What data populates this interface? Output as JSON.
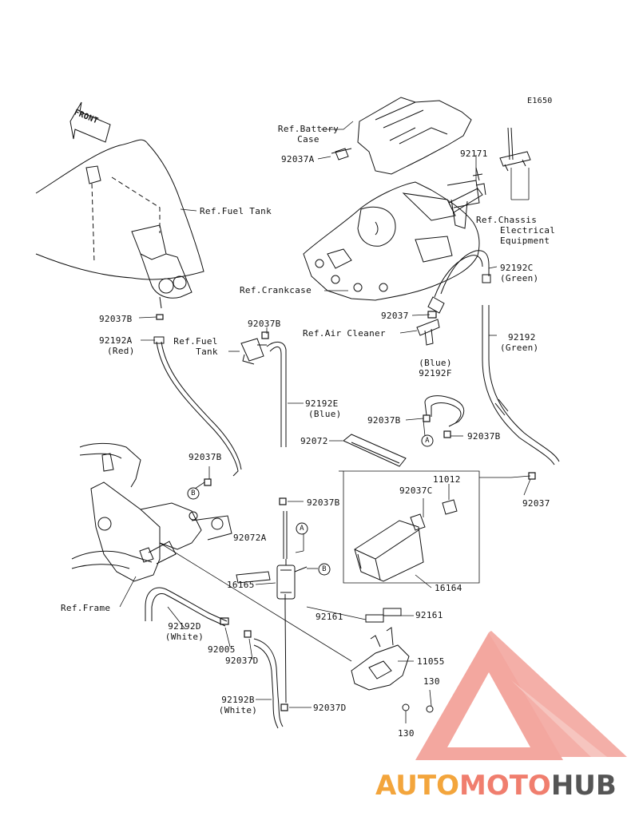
{
  "diagram_code": "E1650",
  "parts": {
    "p92037A": "92037A",
    "p92171": "92171",
    "p92192C": "92192C",
    "p92192C_color": "(Green)",
    "p92037_top": "92037",
    "p92192": "92192",
    "p92192_color": "(Green)",
    "p92192F_color": "(Blue)",
    "p92192F": "92192F",
    "p92037B_1": "92037B",
    "p92037B_2": "92037B",
    "p92192A": "92192A",
    "p92192A_color": "(Red)",
    "p92192E": "92192E",
    "p92192E_color": "(Blue)",
    "p92037B_3": "92037B",
    "p92037B_4": "92037B",
    "p92072": "92072",
    "p92037B_5": "92037B",
    "p11012": "11012",
    "p92037C": "92037C",
    "p92037_right": "92037",
    "p92072A": "92072A",
    "p16165": "16165",
    "p16164": "16164",
    "p92161_left": "92161",
    "p92161_right": "92161",
    "p92192D": "92192D",
    "p92192D_color": "(White)",
    "p92005": "92005",
    "p92037D_1": "92037D",
    "p11055": "11055",
    "p130_top": "130",
    "p130_bottom": "130",
    "p92192B": "92192B",
    "p92192B_color": "(White)",
    "p92037D_2": "92037D"
  },
  "refs": {
    "battery_case_l1": "Ref.Battery",
    "battery_case_l2": "Case",
    "fuel_tank_top": "Ref.Fuel Tank",
    "chassis_l1": "Ref.Chassis",
    "chassis_l2": "Electrical",
    "chassis_l3": "Equipment",
    "crankcase": "Ref.Crankcase",
    "air_cleaner": "Ref.Air Cleaner",
    "fuel_tank_l1": "Ref.Fuel",
    "fuel_tank_l2": "Tank",
    "frame": "Ref.Frame"
  },
  "markers": {
    "a1": "A",
    "a2": "A",
    "b1": "B",
    "b2": "B"
  },
  "front_label": "FRONT",
  "watermark": {
    "part1": "AUTO",
    "part2": "MOTO",
    "part3": "HUB"
  },
  "colors": {
    "line": "#111111",
    "watermark_orange": "#f3a53c",
    "watermark_red": "#f07e6e",
    "watermark_gray": "#555555",
    "logo_triangle": "#f08a80"
  }
}
